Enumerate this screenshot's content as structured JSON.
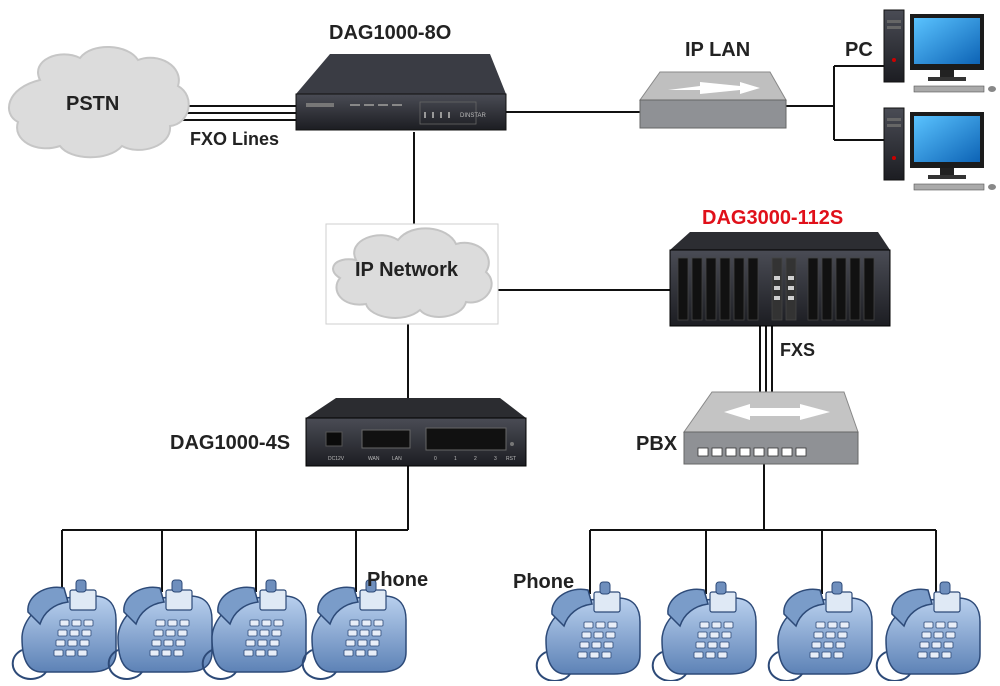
{
  "diagram": {
    "nodes": {
      "pstn": "PSTN",
      "dag1000_8o": "DAG1000-8O",
      "ip_lan": "IP LAN",
      "pc": "PC",
      "ip_network": "IP Network",
      "dag3000": "DAG3000-112S",
      "dag1000_4s": "DAG1000-4S",
      "pbx": "PBX",
      "phone_left": "Phone",
      "phone_right": "Phone"
    },
    "links": {
      "fxo": "FXO Lines",
      "fxs": "FXS"
    },
    "device_text": {
      "dag_8o_brand": "DINSTAR",
      "dag_4s_ports": [
        "DC12V",
        "WAN",
        "LAN",
        "0",
        "1",
        "2",
        "3",
        "RST"
      ]
    },
    "colors": {
      "highlight": "#e0101a",
      "line": "#111111",
      "cloud": "#d9d9d9",
      "phone_body": "#8fb0d8"
    }
  }
}
